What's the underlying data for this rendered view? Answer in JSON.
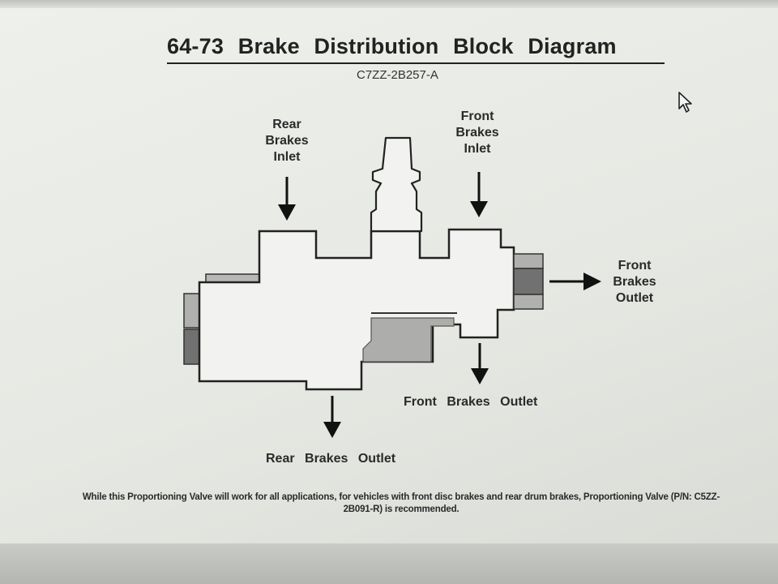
{
  "diagram": {
    "title": "64-73 Brake Distribution Block Diagram",
    "part_number": "C7ZZ-2B257-A",
    "labels": {
      "rear_inlet": "Rear\nBrakes\nInlet",
      "front_inlet": "Front\nBrakes\nInlet",
      "front_outlet_right": "Front\nBrakes\nOutlet",
      "front_outlet_bottom": "Front Brakes Outlet",
      "rear_outlet": "Rear Brakes Outlet"
    },
    "note": "While this Proportioning Valve will work for all applications, for vehicles with front disc brakes and rear drum brakes, Proportioning Valve (P/N: C5ZZ-2B091-R) is recommended."
  },
  "colors": {
    "background": "#eef0ec",
    "ink": "#222222",
    "block_fill": "#f2f3f0",
    "port_gray": "#a9aaa7",
    "port_dark": "#6e6f6c"
  }
}
